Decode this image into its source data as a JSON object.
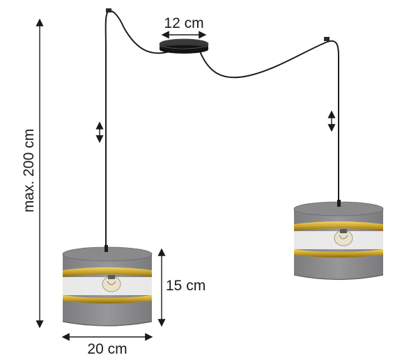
{
  "dimensions": {
    "canopy_width": "12 cm",
    "max_height": "max. 200 cm",
    "shade_height": "15 cm",
    "shade_diameter": "20 cm"
  },
  "colors": {
    "shade_grey": "#8c8c8e",
    "gold_band": "#c9a227",
    "cable": "#1c1c1c",
    "canopy": "#2a2a2a"
  }
}
